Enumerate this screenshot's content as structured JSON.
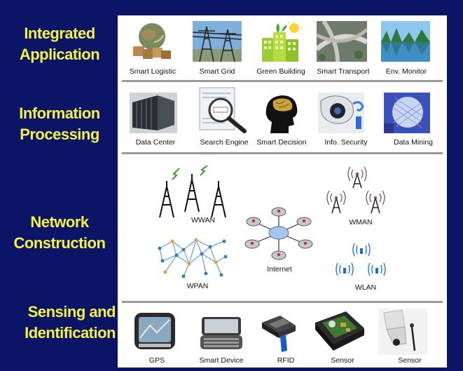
{
  "layers": {
    "application": {
      "line1": "Integrated",
      "line2": "Application"
    },
    "processing": {
      "line1": "Information",
      "line2": "Processing"
    },
    "network": {
      "line1": "Network",
      "line2": "Construction"
    },
    "sensing": {
      "line1": "Sensing and",
      "line2": "Identification"
    }
  },
  "application_items": [
    "Smart Logistic",
    "Smart Grid",
    "Green Building",
    "Smart Transport",
    "Env. Monitor"
  ],
  "processing_items": [
    "Data Center",
    "Search Engine",
    "Smart Decision",
    "Info. Security",
    "Data Mining"
  ],
  "network_items": {
    "wwan": "WWAN",
    "wman": "WMAN",
    "internet": "Internet",
    "wpan": "WPAN",
    "wlan": "WLAN"
  },
  "sensing_items": [
    "GPS",
    "Smart Device",
    "RFID",
    "Sensor",
    "Sensor"
  ],
  "icons": {
    "application": [
      "globe-boxes-icon",
      "power-grid-icon",
      "green-building-icon",
      "highway-interchange-icon",
      "lake-monitor-icon"
    ],
    "processing": [
      "server-racks-icon",
      "magnifier-search-icon",
      "brain-head-icon",
      "security-camera-icon",
      "data-disc-icon"
    ],
    "network": [
      "tower-icon",
      "router-icon",
      "wifi-antenna-icon",
      "mesh-network-icon"
    ],
    "sensing": [
      "gps-device-icon",
      "handheld-device-icon",
      "rfid-reader-icon",
      "sensor-board-icon",
      "sensor-probe-icon"
    ]
  },
  "colors": {
    "background": "#0c1466",
    "label": "#f2f24a",
    "panel": "#ffffff",
    "divider": "#9a9a9a"
  }
}
